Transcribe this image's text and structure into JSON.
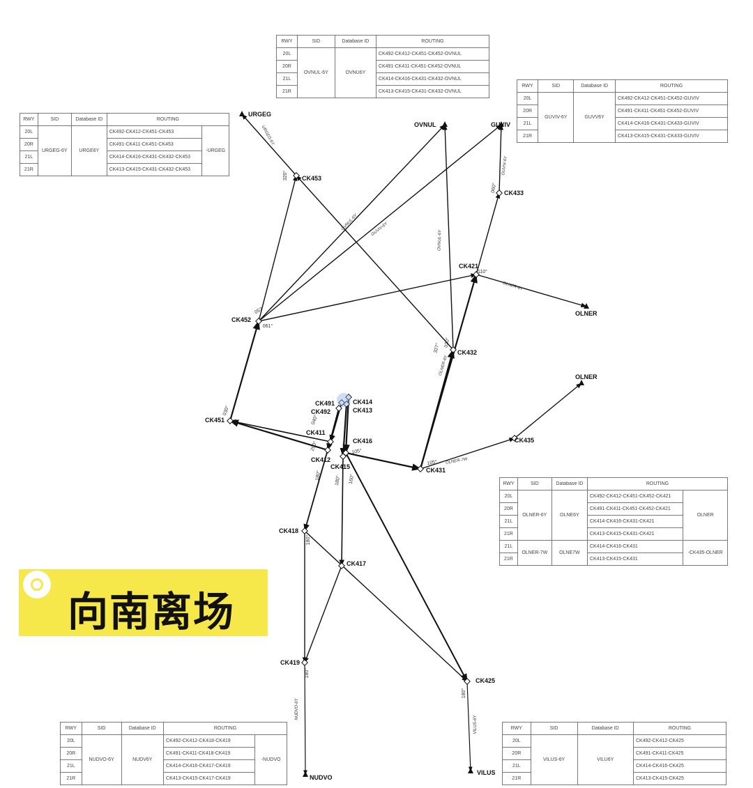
{
  "banner": {
    "title": "向南离场"
  },
  "waypoints": [
    {
      "id": "CK491",
      "label": "CK491"
    },
    {
      "id": "CK492",
      "label": "CK492"
    },
    {
      "id": "CK414",
      "label": "CK414"
    },
    {
      "id": "CK413",
      "label": "CK413"
    },
    {
      "id": "CK411",
      "label": "CK411"
    },
    {
      "id": "CK412",
      "label": "CK412"
    },
    {
      "id": "CK416",
      "label": "CK416"
    },
    {
      "id": "CK415",
      "label": "CK415"
    },
    {
      "id": "CK451",
      "label": "CK451"
    },
    {
      "id": "CK452",
      "label": "CK452"
    },
    {
      "id": "CK453",
      "label": "CK453"
    },
    {
      "id": "CK431",
      "label": "CK431"
    },
    {
      "id": "CK432",
      "label": "CK432"
    },
    {
      "id": "CK421",
      "label": "CK421"
    },
    {
      "id": "CK433",
      "label": "CK433"
    },
    {
      "id": "CK435",
      "label": "CK435"
    },
    {
      "id": "CK418",
      "label": "CK418"
    },
    {
      "id": "CK417",
      "label": "CK417"
    },
    {
      "id": "CK419",
      "label": "CK419"
    },
    {
      "id": "CK425",
      "label": "CK425"
    }
  ],
  "exits": [
    {
      "id": "URGEG",
      "label": "URGEG"
    },
    {
      "id": "OVNUL",
      "label": "OVNUL"
    },
    {
      "id": "GUVIV",
      "label": "GUVIV"
    },
    {
      "id": "OLNER1",
      "label": "OLNER"
    },
    {
      "id": "OLNER2",
      "label": "OLNER"
    },
    {
      "id": "NUDVO",
      "label": "NUDVO"
    },
    {
      "id": "VILUS",
      "label": "VILUS"
    }
  ],
  "route_labels": [
    {
      "text": "URGEG-6Y"
    },
    {
      "text": "OVNUL-6Y"
    },
    {
      "text": "GUVIV-6Y"
    },
    {
      "text": "OVNUL-6Y"
    },
    {
      "text": "GUVIV-6Y"
    },
    {
      "text": "OLNER-6Y"
    },
    {
      "text": "OLNER-6Y"
    },
    {
      "text": "OLNER-7W"
    },
    {
      "text": "NUDVO-6Y"
    },
    {
      "text": "VILUS-6Y"
    }
  ],
  "headings": [
    "320°",
    "061°",
    "057°",
    "030°",
    "327°",
    "110°",
    "060°",
    "020°",
    "105°",
    "290°",
    "040°",
    "105°",
    "180°",
    "180°",
    "160°",
    "180°",
    "180°",
    "180°"
  ],
  "tables": {
    "headers": [
      "RWY",
      "SID",
      "Database ID",
      "ROUTING"
    ],
    "ovnul": {
      "rows": [
        {
          "rwy": "20L",
          "routing": "CK492-CK412-CK451-CK452-OVNUL"
        },
        {
          "rwy": "20R",
          "routing": "CK491-CK411-CK451-CK452-OVNUL"
        },
        {
          "rwy": "21L",
          "routing": "CK414-CK416-CK431-CK432-OVNUL"
        },
        {
          "rwy": "21R",
          "routing": "CK413-CK415-CK431-CK432-OVNUL"
        }
      ],
      "sid": "OVNUL-6Y",
      "dbid": "OVNU6Y"
    },
    "guviv": {
      "rows": [
        {
          "rwy": "20L",
          "routing": "CK492-CK412-CK451-CK452-GUVIV"
        },
        {
          "rwy": "20R",
          "routing": "CK491-CK411-CK451-CK452-GUVIV"
        },
        {
          "rwy": "21L",
          "routing": "CK414-CK416-CK431-CK433-GUVIV"
        },
        {
          "rwy": "21R",
          "routing": "CK413-CK415-CK431-CK433-GUVIV"
        }
      ],
      "sid": "GUVIV-6Y",
      "dbid": "GUVV6Y"
    },
    "urgeg": {
      "rows": [
        {
          "rwy": "20L",
          "routing": "CK492-CK412-CK451-CK453"
        },
        {
          "rwy": "20R",
          "routing": "CK491-CK411-CK451-CK453"
        },
        {
          "rwy": "21L",
          "routing": "CK414-CK416-CK431-CK432-CK453"
        },
        {
          "rwy": "21R",
          "routing": "CK413-CK415-CK431-CK432-CK453"
        }
      ],
      "sid": "URGEG-6Y",
      "dbid": "URGE6Y",
      "tail": "-URGEG"
    },
    "olner": {
      "rows": [
        {
          "rwy": "20L",
          "routing": "CK492-CK412-CK451-CK452-CK421"
        },
        {
          "rwy": "20R",
          "routing": "CK491-CK411-CK451-CK452-CK421"
        },
        {
          "rwy": "21L",
          "routing": "CK414-CK416-CK431-CK421"
        },
        {
          "rwy": "21R",
          "routing": "CK413-CK415-CK431-CK421"
        }
      ],
      "sid": "OLNER-6Y",
      "dbid": "OLNE6Y",
      "tail": "OLNER",
      "rows7w": [
        {
          "rwy": "21L",
          "routing": "CK414-CK416-CK431"
        },
        {
          "rwy": "21R",
          "routing": "CK413-CK415-CK431"
        }
      ],
      "sid7w": "OLNER-7W",
      "dbid7w": "OLNE7W",
      "tail7w": "-CK435-OLNER"
    },
    "nudvo": {
      "rows": [
        {
          "rwy": "20L",
          "routing": "CK492-CK412-CK418-CK419"
        },
        {
          "rwy": "20R",
          "routing": "CK491-CK411-CK418-CK419"
        },
        {
          "rwy": "21L",
          "routing": "CK414-CK416-CK417-CK419"
        },
        {
          "rwy": "21R",
          "routing": "CK413-CK415-CK417-CK419"
        }
      ],
      "sid": "NUDVO-6Y",
      "dbid": "NUDV6Y",
      "tail": "-NUDVO"
    },
    "vilus": {
      "rows": [
        {
          "rwy": "20L",
          "routing": "CK492-CK412-CK425"
        },
        {
          "rwy": "20R",
          "routing": "CK491-CK411-CK425"
        },
        {
          "rwy": "21L",
          "routing": "CK414-CK416-CK425"
        },
        {
          "rwy": "21R",
          "routing": "CK413-CK415-CK425"
        }
      ],
      "sid": "VILUS-6Y",
      "dbid": "VILU6Y"
    }
  },
  "colors": {
    "banner": "#f6e84a",
    "line": "#111111"
  }
}
